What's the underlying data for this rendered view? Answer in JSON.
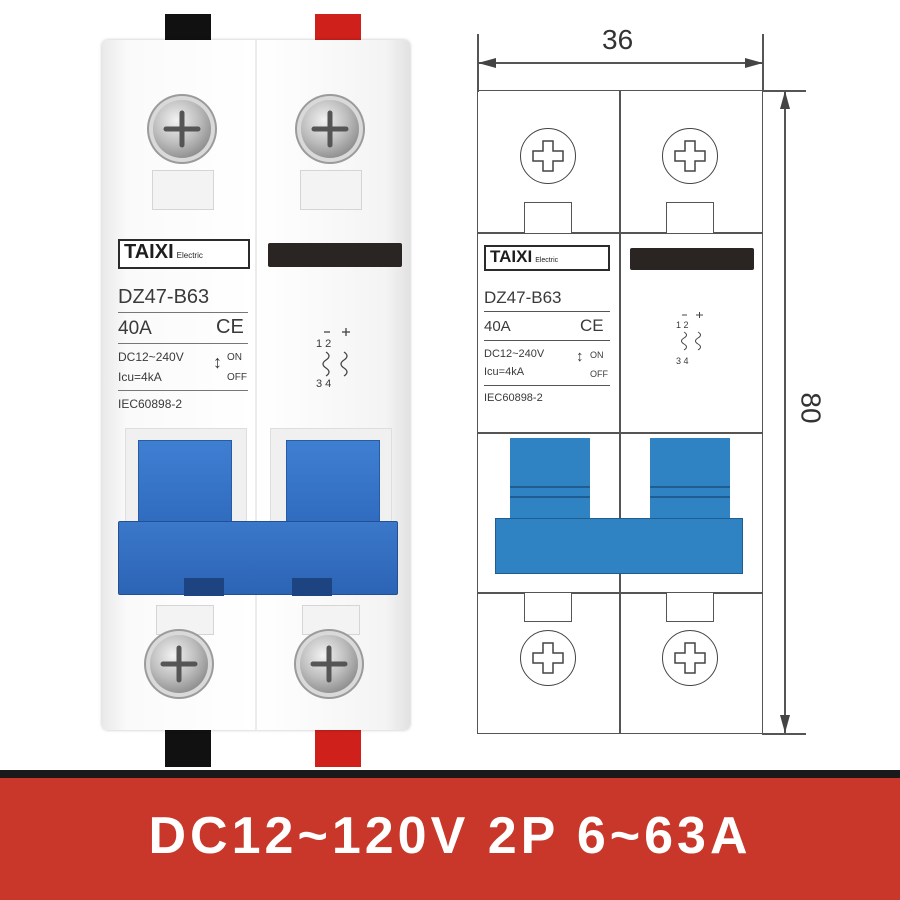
{
  "product": {
    "brand": "TAIXI",
    "brand_sub": "Electric",
    "model": "DZ47-B63",
    "current": "40A",
    "mark": "CE",
    "voltage": "DC12~240V",
    "icu": "Icu=4kA",
    "standard": "IEC60898-2",
    "on_label": "ON",
    "off_label": "OFF",
    "terminal_top": "1 2",
    "terminal_bottom": "3 4"
  },
  "dimensions": {
    "width": "36",
    "height": "80"
  },
  "banner": {
    "text": "DC12~120V  2P  6~63A"
  },
  "colors": {
    "handle_blue": "#2f6bbf",
    "drawing_blue": "#2f83c2",
    "banner_red": "#c8372a",
    "wire_black": "#111111",
    "wire_red": "#d0201b"
  }
}
